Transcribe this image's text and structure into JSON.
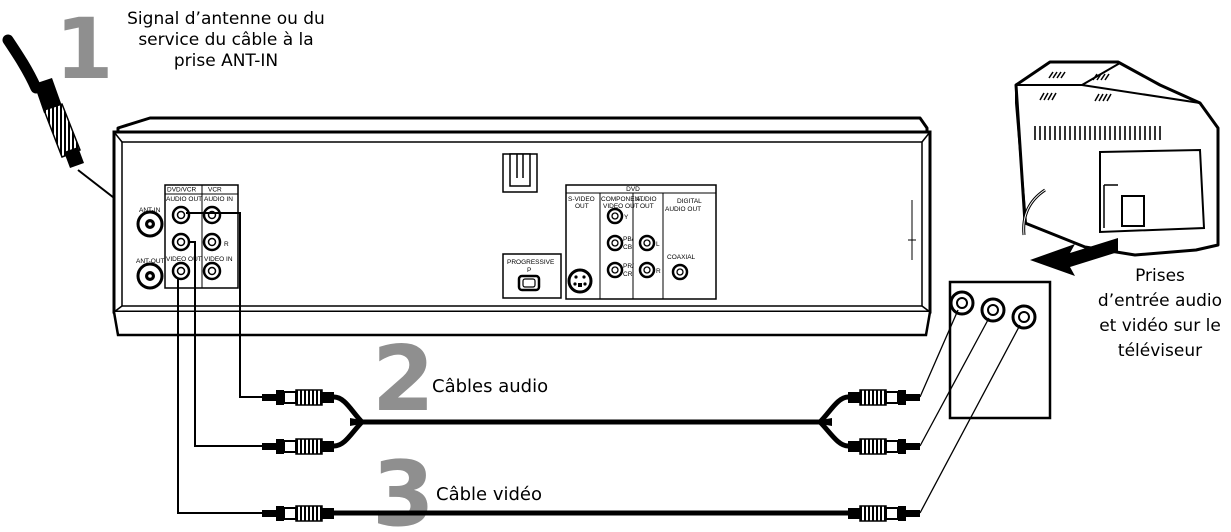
{
  "steps": {
    "step1": {
      "number": "1",
      "label_lines": [
        "Signal d’antenne ou du",
        "service du câble à la",
        "prise ANT-IN"
      ]
    },
    "step2": {
      "number": "2",
      "label": "Câbles audio"
    },
    "step3": {
      "number": "3",
      "label": "Câble vidéo"
    }
  },
  "tv": {
    "label_lines": [
      "Prises",
      "d’entrée audio",
      "et vidéo sur le",
      "téléviseur"
    ]
  },
  "panel": {
    "ant_in": "ANT-IN",
    "ant_out": "ANT-OUT",
    "dvd_vcr": "DVD/VCR",
    "vcr": "VCR",
    "audio_out": "AUDIO OUT",
    "audio_in": "AUDIO IN",
    "video_out": "VIDEO OUT",
    "video_in": "VIDEO IN",
    "r": "R",
    "dvd": "DVD",
    "s_video": "S-VIDEO",
    "out": "OUT",
    "component": "COMPONENT",
    "component_video_out": "VIDEO OUT",
    "audio": "AUDIO",
    "audio_sub_out": "OUT",
    "digital": "DIGITAL",
    "digital_audio_out": "AUDIO OUT",
    "y": "Y",
    "pb_top": "PB/",
    "pb_bot": "CB",
    "pr_top": "PR/",
    "pr_bot": "CR",
    "l": "L",
    "r2": "R",
    "coaxial": "COAXIAL",
    "progressive": "PROGRESSIVE",
    "p": "P"
  }
}
